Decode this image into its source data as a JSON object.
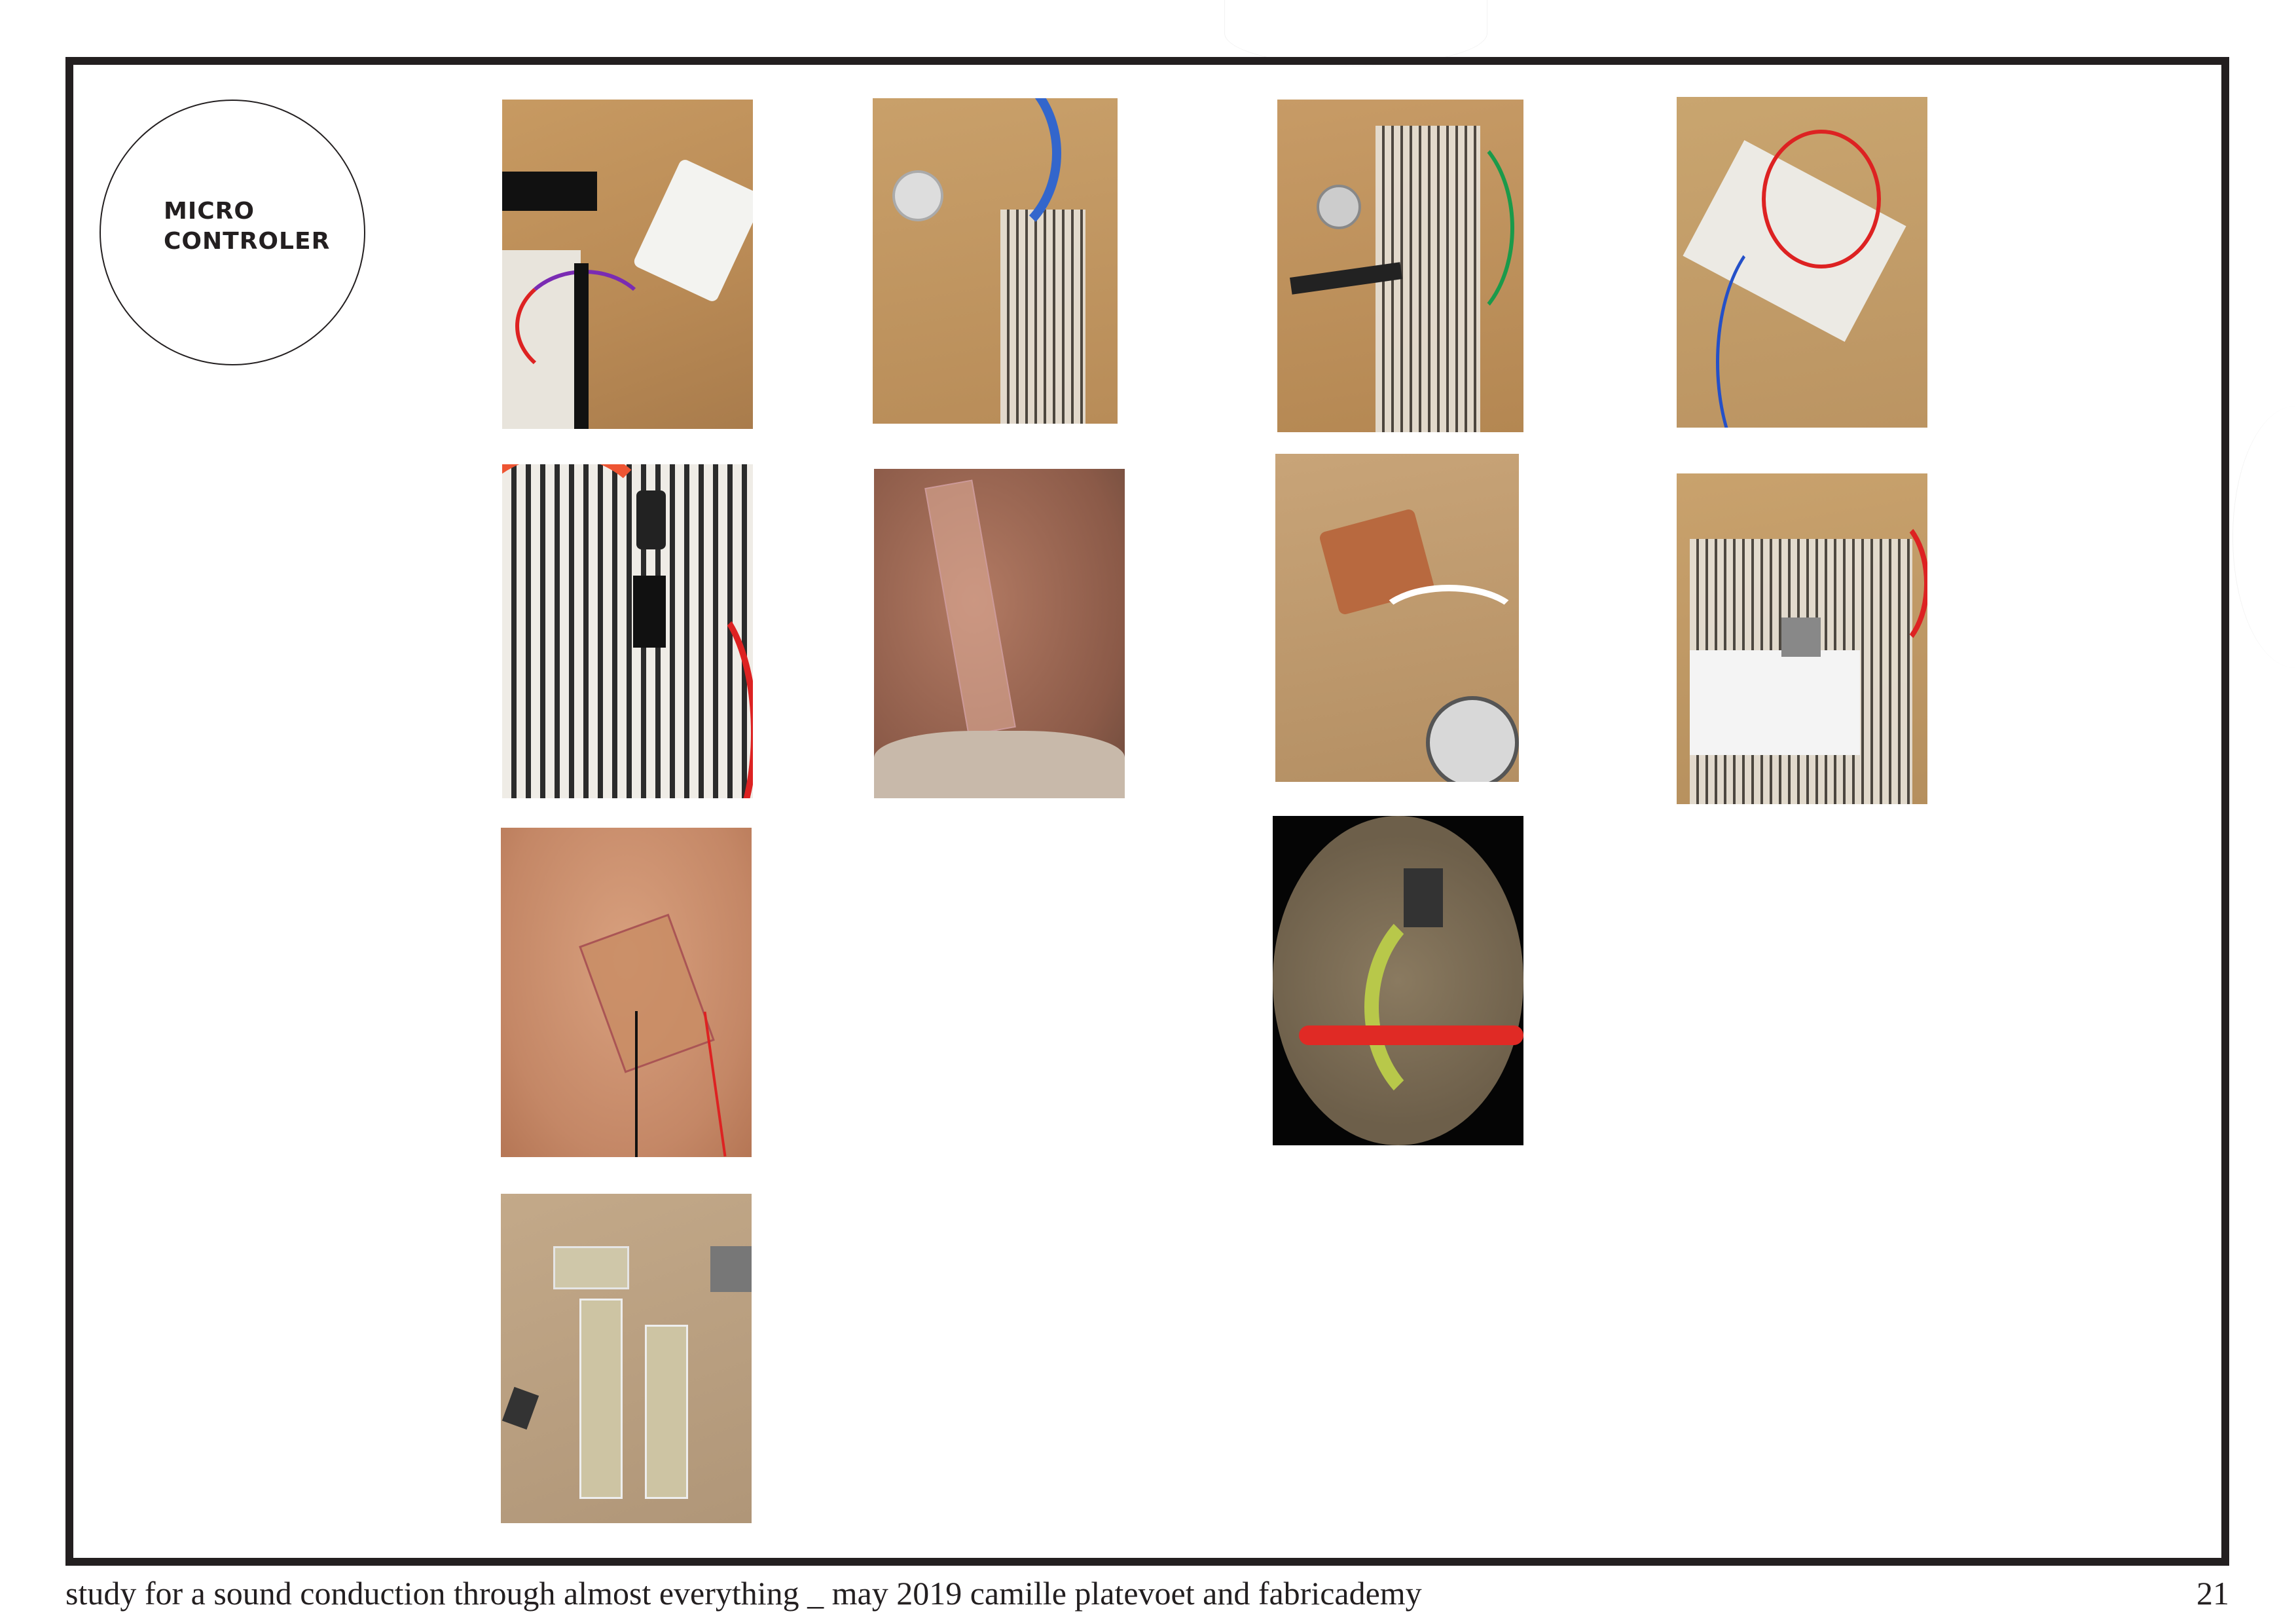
{
  "section_title": {
    "line1": "MICRO",
    "line2": "CONTROLER"
  },
  "photos": [
    {
      "id": "breadboard-mcp-setup"
    },
    {
      "id": "breadboard-ribbon-cable"
    },
    {
      "id": "breadboard-potentiometer"
    },
    {
      "id": "small-breadboard-wires"
    },
    {
      "id": "breadboard-closeup-capacitor"
    },
    {
      "id": "flexible-circuit-on-skin"
    },
    {
      "id": "milled-pcb-with-speaker"
    },
    {
      "id": "breadboard-resistors-chip"
    },
    {
      "id": "copper-circuit-on-skin"
    },
    {
      "id": "pcb-under-microscope"
    },
    {
      "id": "gold-leaf-circuit"
    }
  ],
  "footer": {
    "caption": "study for a sound conduction through almost everything _ may 2019 camille platevoet and fabricademy",
    "page_number": "21"
  }
}
